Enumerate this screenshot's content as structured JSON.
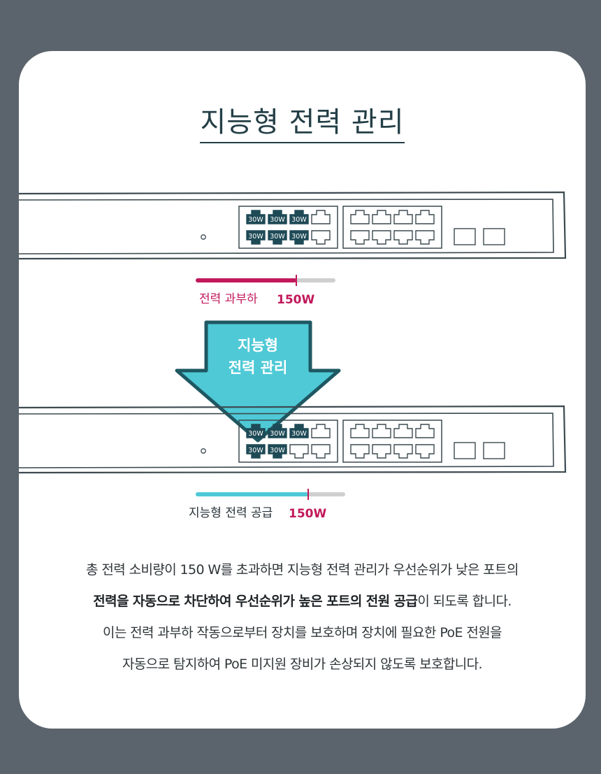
{
  "title": "지능형 전력 관리",
  "port_label": "30W",
  "switch_top": {
    "powered_upper": 3,
    "powered_lower": 3,
    "bar": {
      "label": "전력 과부하",
      "value": "150W",
      "fill_fraction": 0.72,
      "color": "#c2185b"
    }
  },
  "arrow": {
    "line1": "지능형",
    "line2": "전력 관리",
    "color": "#4fc9d6"
  },
  "switch_bottom": {
    "powered_upper": 3,
    "powered_lower": 2,
    "bar": {
      "label": "지능형 전력 공급",
      "value": "150W",
      "fill_fraction": 0.75,
      "color": "#4fc9d6"
    }
  },
  "description": {
    "line1": "총 전력 소비량이 150 W를 초과하면 지능형 전력 관리가 우선순위가 낮은 포트의",
    "line2_bold": "전력을 자동으로 차단하여 우선순위가 높은 포트의 전원 공급",
    "line2_rest": "이 되도록 합니다.",
    "line3": "이는 전력 과부하 작동으로부터 장치를 보호하며 장치에 필요한 PoE 전원을",
    "line4": "자동으로 탐지하여 PoE 미지원 장비가 손상되지 않도록 보호합니다."
  }
}
